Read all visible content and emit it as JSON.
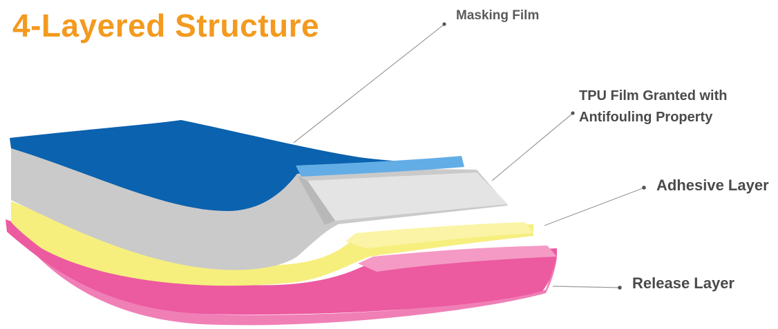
{
  "title": "4-Layered Structure",
  "layers": [
    {
      "label": "Masking Film",
      "color": "#0a63b0",
      "edge_color": "#5aa9e4"
    },
    {
      "label": "TPU Film Granted with Antifouling Property",
      "color": "#cbcbcb",
      "edge_color": "#e6e6e6"
    },
    {
      "label": "Adhesive Layer",
      "color": "#f4ee7c",
      "edge_color": "#fbf3a0"
    },
    {
      "label": "Release Layer",
      "color": "#ee5ca3",
      "edge_color": "#f59cc6"
    }
  ],
  "colors": {
    "title": "#f39a1f",
    "label_text": "#4a4a4a",
    "leader_line": "#9a9a9a"
  }
}
